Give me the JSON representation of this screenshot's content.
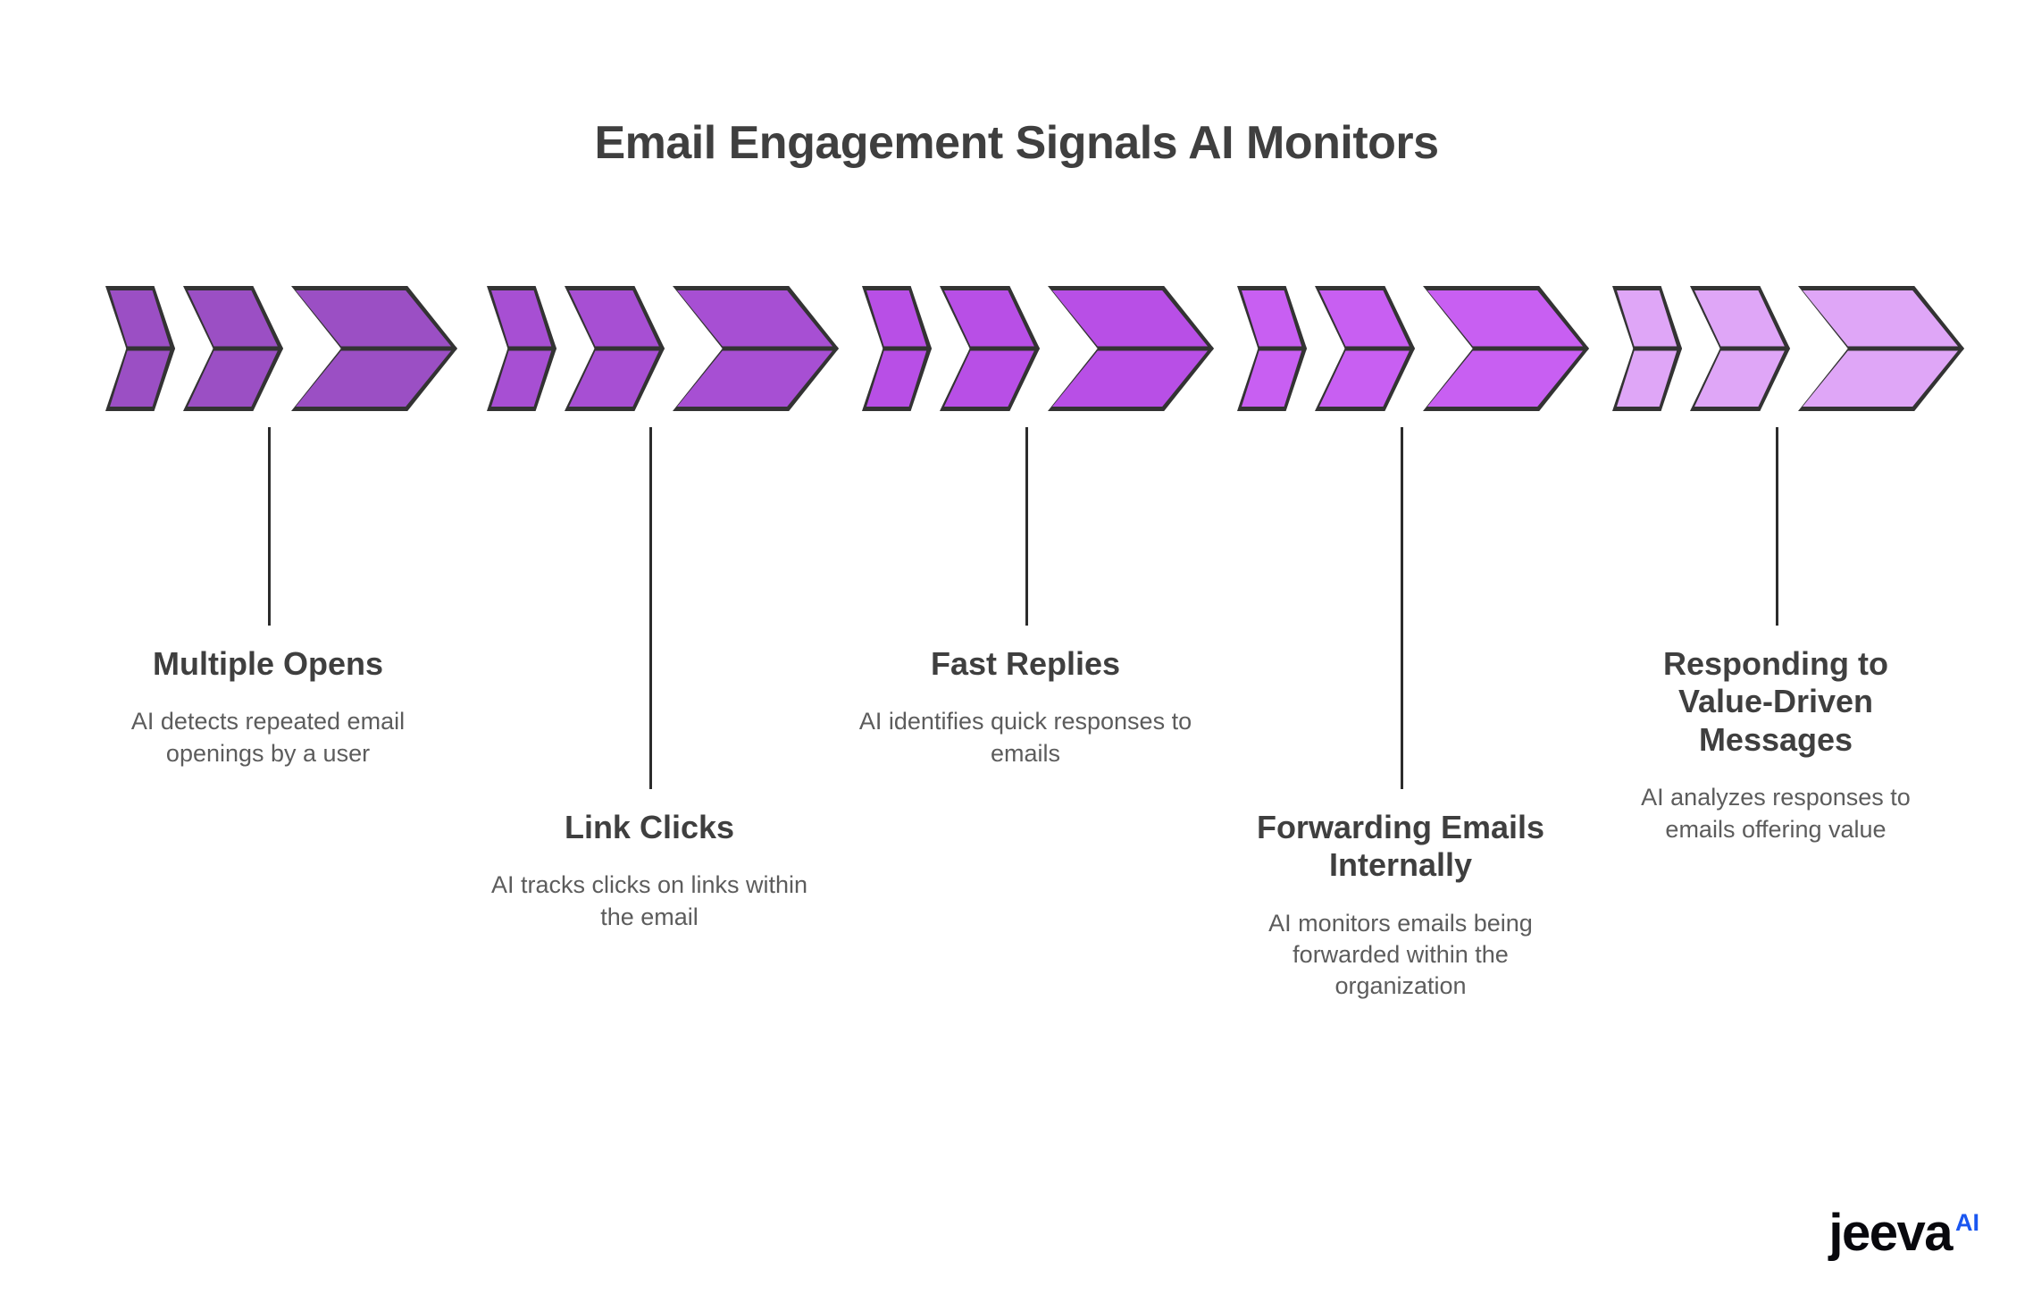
{
  "title": "Email Engagement Signals AI Monitors",
  "background_color": "#ffffff",
  "title_color": "#3f3f3f",
  "heading_color": "#3f3f3f",
  "description_color": "#5c5c5c",
  "outline_color": "#333333",
  "connector_color": "#2c2c2c",
  "steps": [
    {
      "index": 1,
      "heading": "Multiple Opens",
      "description": "AI detects repeated email openings by a user",
      "color": "#9B4FC4",
      "icon": "triple-chevron-right-icon"
    },
    {
      "index": 2,
      "heading": "Link Clicks",
      "description": "AI tracks clicks on links within the email",
      "color": "#A74FD3",
      "icon": "triple-chevron-right-icon"
    },
    {
      "index": 3,
      "heading": "Fast Replies",
      "description": "AI identifies quick responses to emails",
      "color": "#B84FE6",
      "icon": "triple-chevron-right-icon"
    },
    {
      "index": 4,
      "heading": "Forwarding Emails Internally",
      "description": "AI monitors emails being forwarded within the organization",
      "color": "#C85FF2",
      "icon": "triple-chevron-right-icon"
    },
    {
      "index": 5,
      "heading": "Responding to Value-Driven Messages",
      "description": "AI analyzes responses to emails offering value",
      "color": "#DFA6F7",
      "icon": "triple-chevron-right-icon"
    }
  ],
  "logo": {
    "word": "jeeva",
    "suffix": "AI",
    "word_color": "#08080d",
    "suffix_color": "#1a56f0"
  }
}
